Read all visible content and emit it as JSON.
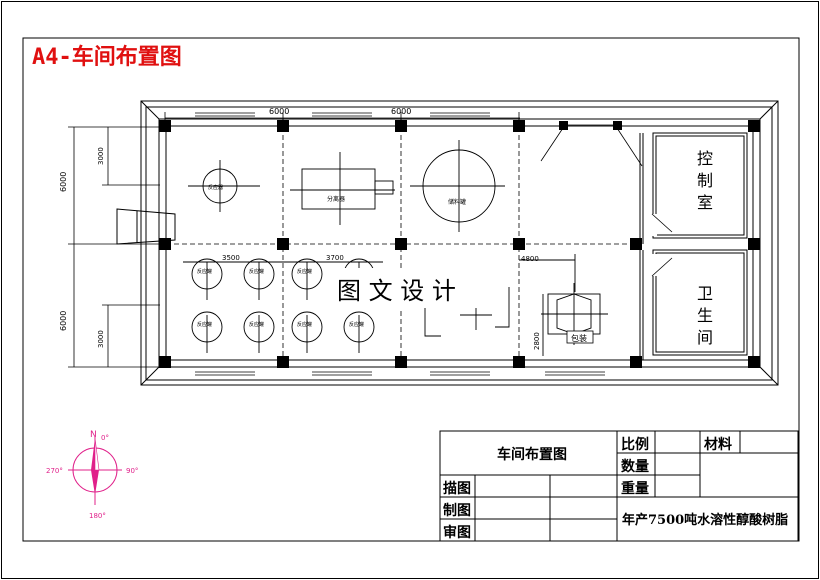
{
  "drawing_title": "A4-车间布置图",
  "watermark": "图 文 设 计",
  "dimensions": {
    "top_span_1": "6000",
    "top_span_2": "6000",
    "left_upper_total": "6000",
    "left_upper_part": "3000",
    "left_lower_total": "6000",
    "left_lower_part": "3000",
    "inner_1": "3500",
    "inner_2": "3700",
    "inner_3": "4800",
    "inner_4": "2800"
  },
  "rooms": {
    "control_room": [
      "控",
      "制",
      "室"
    ],
    "restroom": [
      "卫",
      "生",
      "间"
    ]
  },
  "equipment": {
    "small_tank": "反应器",
    "separator": "分离器",
    "big_tank": "储料罐",
    "reactor_label": "反应罐",
    "packaging": "包装"
  },
  "compass": {
    "north": "0°",
    "east": "90°",
    "south": "180°",
    "west": "270°",
    "north_letter": "N"
  },
  "title_block": {
    "drawing_name": "车间布置图",
    "scale_label": "比例",
    "material_label": "材料",
    "quantity_label": "数量",
    "weight_label": "重量",
    "drawn_label": "描图",
    "made_label": "制图",
    "checked_label": "审图",
    "project": "年产7500吨水溶性醇酸树脂"
  },
  "colors": {
    "title_red": "#e01010",
    "line": "#000000",
    "compass_magenta": "#e0208a"
  }
}
